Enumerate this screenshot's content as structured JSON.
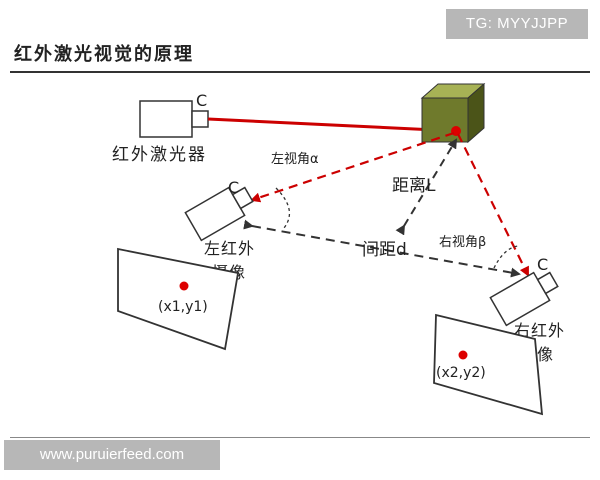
{
  "watermark_top": "TG: MYYJJPP",
  "watermark_bottom": "www.puruierfeed.com",
  "title": "红外激光视觉的原理",
  "labels": {
    "laser_device": "红外激光器",
    "laser_camera_mark": "C",
    "left_camera_mark": "C",
    "right_camera_mark": "C",
    "left_camera_line1": "左红外",
    "left_camera_line2": "摄像",
    "right_camera_line1": "右红外",
    "right_camera_line2": "摄像",
    "left_angle": "左视角α",
    "right_angle": "右视角β",
    "distance": "距离L",
    "spacing": "间距d",
    "left_point": "(x1,y1)",
    "right_point": "(x2,y2)"
  },
  "colors": {
    "laser_beam": "#cc0000",
    "target_box_front": "#6f7a2c",
    "target_box_top": "#a7b255",
    "target_box_side": "#4b5418",
    "dashed_line": "#333333"
  }
}
